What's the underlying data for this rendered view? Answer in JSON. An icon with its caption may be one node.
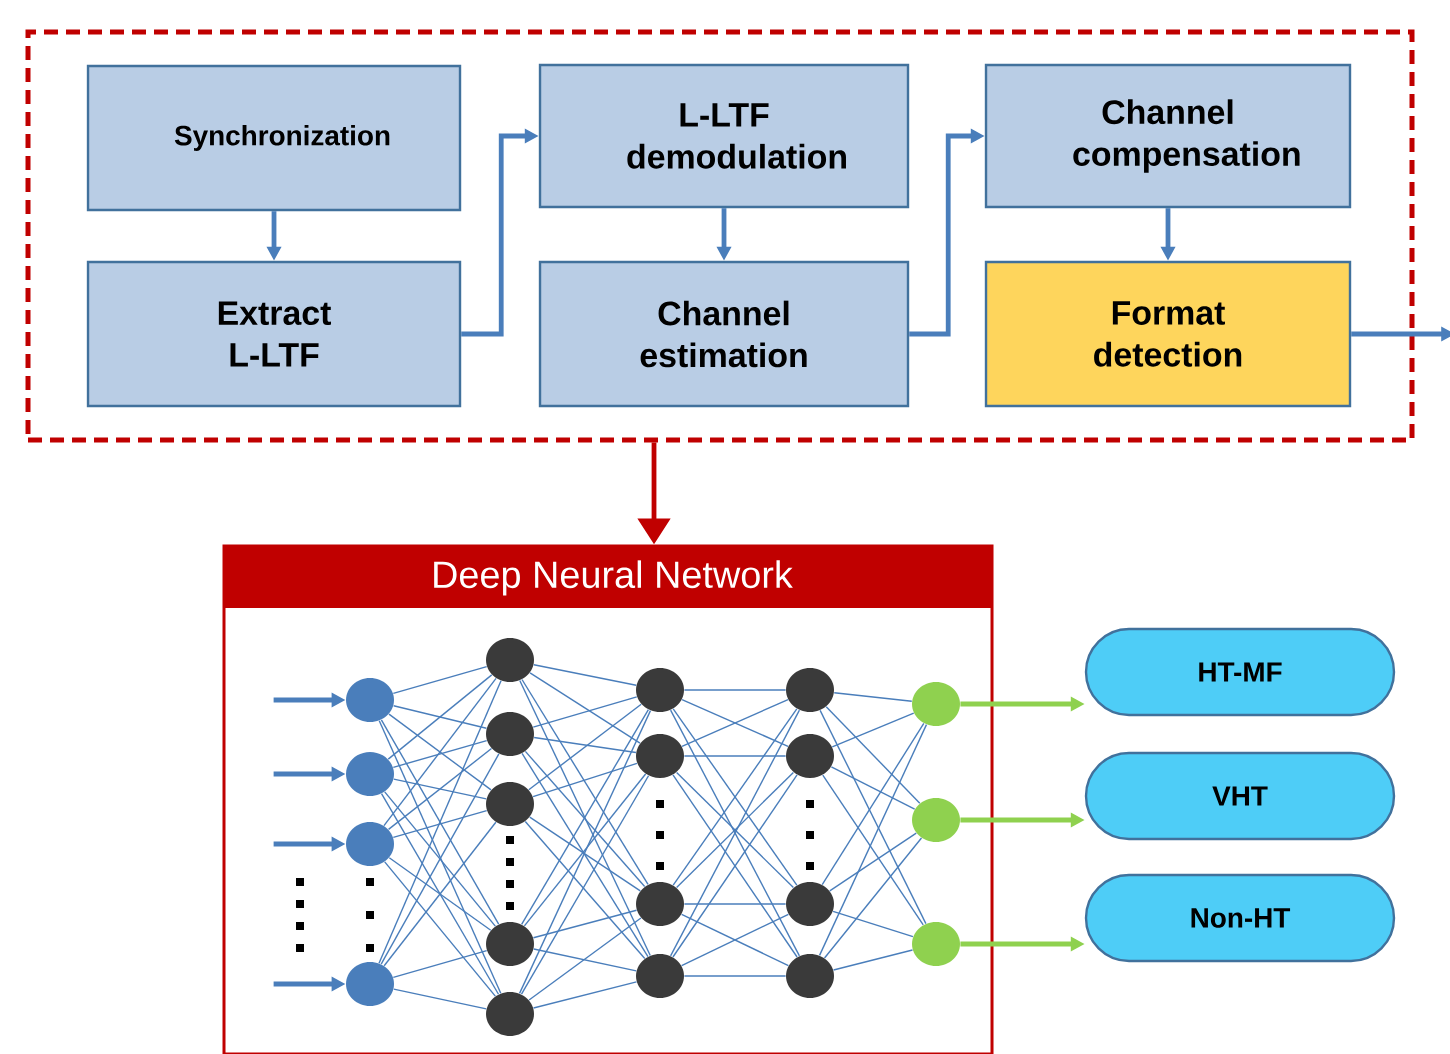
{
  "diagram": {
    "nodes": [
      {
        "text": [],
        "shape": "box"
      },
      {
        "text": [
          "Synchronization"
        ],
        "in": 0
      },
      {
        "text": [
          "Extract L-LTF"
        ],
        "in": 0
      },
      {
        "text": [
          "L-LTF demodulation"
        ],
        "in": 0
      },
      {
        "text": [
          "Channel estimation"
        ],
        "in": 0
      },
      {
        "text": [
          "Channel compensation"
        ],
        "in": 0
      },
      {
        "text": [
          "Format detection"
        ],
        "in": 0
      },
      {
        "text": [
          "Deep Neural Network"
        ]
      },
      {
        "text": [],
        "shape": "circle",
        "in": 7
      },
      {
        "text": [],
        "shape": "circle",
        "in": 7
      },
      {
        "text": [],
        "shape": "circle",
        "in": 7
      },
      {
        "text": [],
        "shape": "circle",
        "in": 7
      },
      {
        "text": [],
        "shape": "circle",
        "in": 7
      },
      {
        "text": [],
        "shape": "circle",
        "in": 7
      },
      {
        "text": [],
        "shape": "circle",
        "in": 7
      },
      {
        "text": [],
        "shape": "circle",
        "in": 7
      },
      {
        "text": [],
        "shape": "circle",
        "in": 7
      },
      {
        "text": [],
        "shape": "circle",
        "in": 7
      },
      {
        "text": [],
        "shape": "circle",
        "in": 7
      },
      {
        "text": [],
        "shape": "circle",
        "in": 7
      },
      {
        "text": [],
        "shape": "circle",
        "in": 7
      },
      {
        "text": [],
        "shape": "circle",
        "in": 7
      },
      {
        "text": [],
        "shape": "circle",
        "in": 7
      },
      {
        "text": [],
        "shape": "circle",
        "in": 7
      },
      {
        "text": [],
        "shape": "circle",
        "in": 7
      },
      {
        "text": [],
        "shape": "circle",
        "in": 7
      },
      {
        "text": [],
        "shape": "circle",
        "in": 7
      },
      {
        "text": [],
        "shape": "circle",
        "in": 7
      },
      {
        "text": [
          "HT-MF"
        ]
      },
      {
        "text": [
          "VHT"
        ]
      },
      {
        "text": [
          "Non-HT"
        ]
      }
    ],
    "edges": [
      {
        "from": 1,
        "to": 2,
        "arrow": "to",
        "style": "thick"
      },
      {
        "from": 2,
        "to": 3,
        "arrow": "to",
        "style": "thick"
      },
      {
        "from": 3,
        "to": 4,
        "arrow": "to",
        "style": "thick"
      },
      {
        "from": 4,
        "to": 5,
        "arrow": "to",
        "style": "thick"
      },
      {
        "from": 5,
        "to": 6,
        "arrow": "to",
        "style": "thick"
      },
      {
        "from": 6,
        "to": null,
        "arrow": "to",
        "style": "thick"
      },
      {
        "from": 0,
        "to": 7,
        "arrow": "to",
        "style": "thick",
        "color": "#c00000"
      },
      {
        "from": null,
        "to": 8,
        "arrow": "to",
        "style": "thick"
      },
      {
        "from": null,
        "to": 9,
        "arrow": "to",
        "style": "thick"
      },
      {
        "from": null,
        "to": 10,
        "arrow": "to",
        "style": "thick"
      },
      {
        "from": null,
        "to": 11,
        "arrow": "to",
        "style": "thick"
      },
      {
        "from": 8,
        "to": 12,
        "arrow": "none"
      },
      {
        "from": 8,
        "to": 13,
        "arrow": "none"
      },
      {
        "from": 8,
        "to": 14,
        "arrow": "none"
      },
      {
        "from": 8,
        "to": 15,
        "arrow": "none"
      },
      {
        "from": 8,
        "to": 16,
        "arrow": "none"
      },
      {
        "from": 9,
        "to": 12,
        "arrow": "none"
      },
      {
        "from": 9,
        "to": 13,
        "arrow": "none"
      },
      {
        "from": 9,
        "to": 14,
        "arrow": "none"
      },
      {
        "from": 9,
        "to": 15,
        "arrow": "none"
      },
      {
        "from": 9,
        "to": 16,
        "arrow": "none"
      },
      {
        "from": 10,
        "to": 12,
        "arrow": "none"
      },
      {
        "from": 10,
        "to": 13,
        "arrow": "none"
      },
      {
        "from": 10,
        "to": 14,
        "arrow": "none"
      },
      {
        "from": 10,
        "to": 15,
        "arrow": "none"
      },
      {
        "from": 10,
        "to": 16,
        "arrow": "none"
      },
      {
        "from": 11,
        "to": 12,
        "arrow": "none"
      },
      {
        "from": 11,
        "to": 13,
        "arrow": "none"
      },
      {
        "from": 11,
        "to": 14,
        "arrow": "none"
      },
      {
        "from": 11,
        "to": 15,
        "arrow": "none"
      },
      {
        "from": 11,
        "to": 16,
        "arrow": "none"
      },
      {
        "from": 12,
        "to": 17,
        "arrow": "none"
      },
      {
        "from": 12,
        "to": 18,
        "arrow": "none"
      },
      {
        "from": 12,
        "to": 19,
        "arrow": "none"
      },
      {
        "from": 12,
        "to": 20,
        "arrow": "none"
      },
      {
        "from": 13,
        "to": 17,
        "arrow": "none"
      },
      {
        "from": 13,
        "to": 18,
        "arrow": "none"
      },
      {
        "from": 13,
        "to": 19,
        "arrow": "none"
      },
      {
        "from": 13,
        "to": 20,
        "arrow": "none"
      },
      {
        "from": 14,
        "to": 17,
        "arrow": "none"
      },
      {
        "from": 14,
        "to": 18,
        "arrow": "none"
      },
      {
        "from": 14,
        "to": 19,
        "arrow": "none"
      },
      {
        "from": 14,
        "to": 20,
        "arrow": "none"
      },
      {
        "from": 15,
        "to": 17,
        "arrow": "none"
      },
      {
        "from": 15,
        "to": 18,
        "arrow": "none"
      },
      {
        "from": 15,
        "to": 19,
        "arrow": "none"
      },
      {
        "from": 15,
        "to": 20,
        "arrow": "none"
      },
      {
        "from": 16,
        "to": 17,
        "arrow": "none"
      },
      {
        "from": 16,
        "to": 18,
        "arrow": "none"
      },
      {
        "from": 16,
        "to": 19,
        "arrow": "none"
      },
      {
        "from": 16,
        "to": 20,
        "arrow": "none"
      },
      {
        "from": 17,
        "to": 21,
        "arrow": "none"
      },
      {
        "from": 17,
        "to": 22,
        "arrow": "none"
      },
      {
        "from": 17,
        "to": 23,
        "arrow": "none"
      },
      {
        "from": 17,
        "to": 24,
        "arrow": "none"
      },
      {
        "from": 18,
        "to": 21,
        "arrow": "none"
      },
      {
        "from": 18,
        "to": 22,
        "arrow": "none"
      },
      {
        "from": 18,
        "to": 23,
        "arrow": "none"
      },
      {
        "from": 18,
        "to": 24,
        "arrow": "none"
      },
      {
        "from": 19,
        "to": 21,
        "arrow": "none"
      },
      {
        "from": 19,
        "to": 22,
        "arrow": "none"
      },
      {
        "from": 19,
        "to": 23,
        "arrow": "none"
      },
      {
        "from": 19,
        "to": 24,
        "arrow": "none"
      },
      {
        "from": 20,
        "to": 21,
        "arrow": "none"
      },
      {
        "from": 20,
        "to": 22,
        "arrow": "none"
      },
      {
        "from": 20,
        "to": 23,
        "arrow": "none"
      },
      {
        "from": 20,
        "to": 24,
        "arrow": "none"
      },
      {
        "from": 21,
        "to": 25,
        "arrow": "none"
      },
      {
        "from": 21,
        "to": 26,
        "arrow": "none"
      },
      {
        "from": 21,
        "to": 27,
        "arrow": "none"
      },
      {
        "from": 22,
        "to": 25,
        "arrow": "none"
      },
      {
        "from": 22,
        "to": 26,
        "arrow": "none"
      },
      {
        "from": 22,
        "to": 27,
        "arrow": "none"
      },
      {
        "from": 23,
        "to": 25,
        "arrow": "none"
      },
      {
        "from": 23,
        "to": 26,
        "arrow": "none"
      },
      {
        "from": 23,
        "to": 27,
        "arrow": "none"
      },
      {
        "from": 24,
        "to": 25,
        "arrow": "none"
      },
      {
        "from": 24,
        "to": 26,
        "arrow": "none"
      },
      {
        "from": 24,
        "to": 27,
        "arrow": "none"
      },
      {
        "from": 25,
        "to": 28,
        "arrow": "to",
        "style": "thick",
        "color": "#8fd14f"
      },
      {
        "from": 26,
        "to": 29,
        "arrow": "to",
        "style": "thick",
        "color": "#8fd14f"
      },
      {
        "from": 27,
        "to": 30,
        "arrow": "to",
        "style": "thick",
        "color": "#8fd14f"
      }
    ]
  }
}
